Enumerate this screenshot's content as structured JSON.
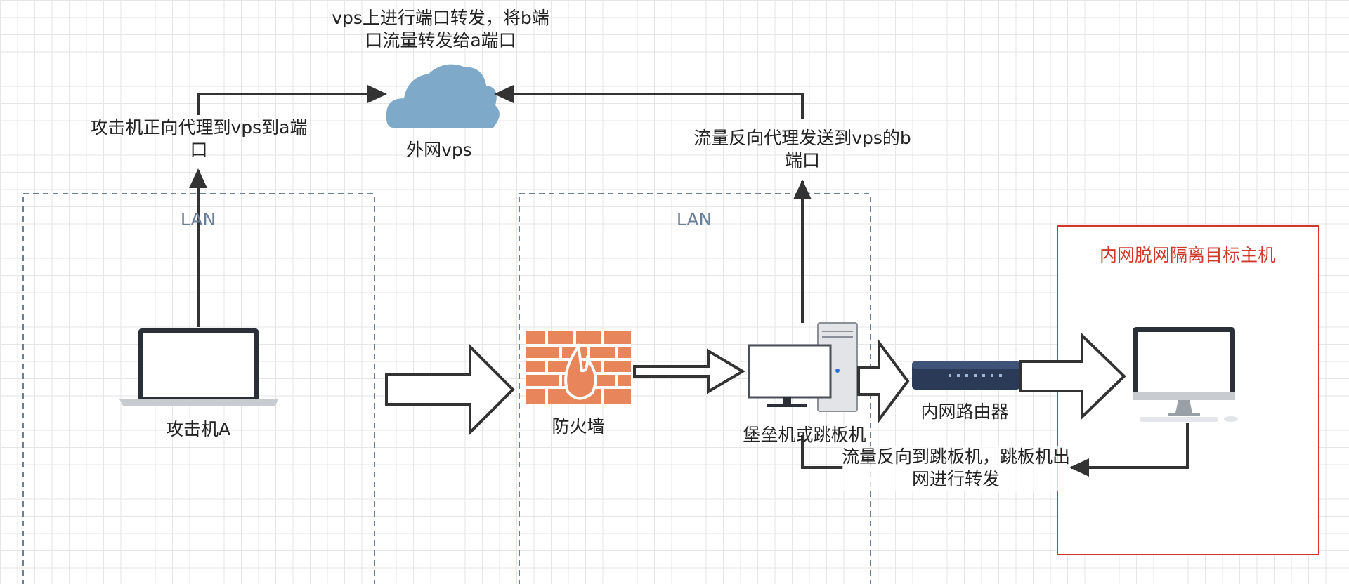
{
  "labels": {
    "vps_forward": "vps上进行端口转发，将b端口流量转发给a端口",
    "attacker_proxy": "攻击机正向代理到vps到a端口",
    "vps": "外网vps",
    "reverse_proxy": "流量反向代理发送到vps的b端口",
    "lan_left": "LAN",
    "lan_mid": "LAN",
    "isolated_zone": "内网脱网隔离目标主机",
    "attacker": "攻击机A",
    "firewall": "防火墙",
    "jump_host": "堡垒机或跳板机",
    "router": "内网路由器",
    "return_flow": "流量反向到跳板机，跳板机出网进行转发"
  },
  "colors": {
    "lan_border": "#6b7f98",
    "zone_border": "#d0382c",
    "cloud": "#7fa9c8",
    "firewall": "#e8855a",
    "arrow": "#333333"
  }
}
